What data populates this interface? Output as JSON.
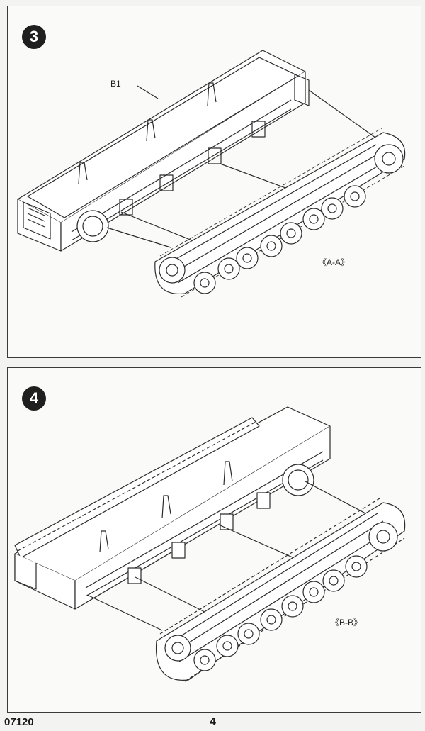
{
  "steps": [
    {
      "number": "3",
      "part_label": "B1",
      "assembly_label": "《A-A》"
    },
    {
      "number": "4",
      "assembly_label": "《B-B》"
    }
  ],
  "footer": {
    "code": "07120",
    "page": "4"
  },
  "colors": {
    "line": "#2b2b2b",
    "panel_bg": "#fafaf8",
    "page_bg": "#f3f3f1",
    "badge": "#1f1f1f"
  },
  "icons": [
    "hull-chassis-illustration",
    "track-assembly-illustration",
    "step-number-badge"
  ]
}
